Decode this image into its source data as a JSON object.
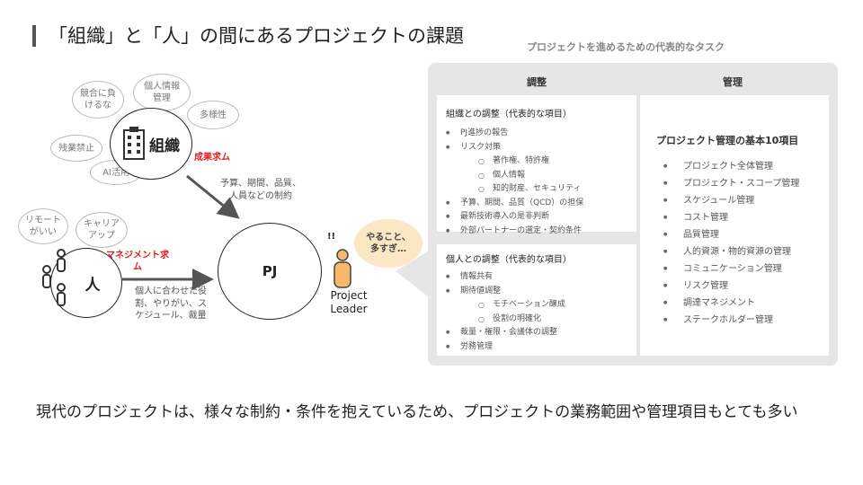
{
  "title": "「組織」と「人」の間にあるプロジェクトの課題",
  "tasks_caption": "プロジェクトを進めるための代表的なタスク",
  "org": {
    "label": "組織",
    "clouds": [
      "競合に負けるな",
      "個人情報管理",
      "多様性",
      "残業禁止",
      "AI活用"
    ],
    "demand": "成果求ム",
    "constraints": "予算、期間、品質、人員などの制約"
  },
  "person": {
    "label": "人",
    "clouds": [
      "リモートがいい",
      "キャリアアップ"
    ],
    "demand": "マネジメント求ム",
    "needs": "個人に合わせた役割、やりがい、スケジュール、裁量"
  },
  "pj": {
    "label": "PJ"
  },
  "leader": {
    "label": "Project Leader",
    "exclaim": "!!",
    "bubble": "やること、多すぎ…"
  },
  "columns": {
    "adjust": "調整",
    "manage": "管理"
  },
  "org_adjust": {
    "heading": "組織との調整（代表的な項目）",
    "items": [
      {
        "text": "PJ進捗の報告",
        "level": 1
      },
      {
        "text": "リスク対策",
        "level": 1
      },
      {
        "text": "著作権、特許権",
        "level": 2
      },
      {
        "text": "個人情報",
        "level": 2
      },
      {
        "text": "知的財産、セキュリティ",
        "level": 2
      },
      {
        "text": "予算、期間、品質（QCD）の担保",
        "level": 1
      },
      {
        "text": "最新技術導入の是非判断",
        "level": 1
      },
      {
        "text": "外部パートナーの選定・契約条件",
        "level": 1
      }
    ]
  },
  "person_adjust": {
    "heading": "個人との調整（代表的な項目）",
    "items": [
      {
        "text": "情報共有",
        "level": 1
      },
      {
        "text": "期待値調整",
        "level": 1
      },
      {
        "text": "モチベーション醸成",
        "level": 2
      },
      {
        "text": "役割の明確化",
        "level": 2
      },
      {
        "text": "裁量・権限・会議体の調整",
        "level": 1
      },
      {
        "text": "労務管理",
        "level": 1
      }
    ]
  },
  "management": {
    "heading": "プロジェクト管理の基本10項目",
    "items": [
      "プロジェクト全体管理",
      "プロジェクト・スコープ管理",
      "スケジュール管理",
      "コスト管理",
      "品質管理",
      "人的資源・物的資源の管理",
      "コミュニケーション管理",
      "リスク管理",
      "調達マネジメント",
      "ステークホルダー管理"
    ]
  },
  "bottom_text": "現代のプロジェクトは、様々な制約・条件を抱えているため、プロジェクトの業務範囲や管理項目もとても多い"
}
